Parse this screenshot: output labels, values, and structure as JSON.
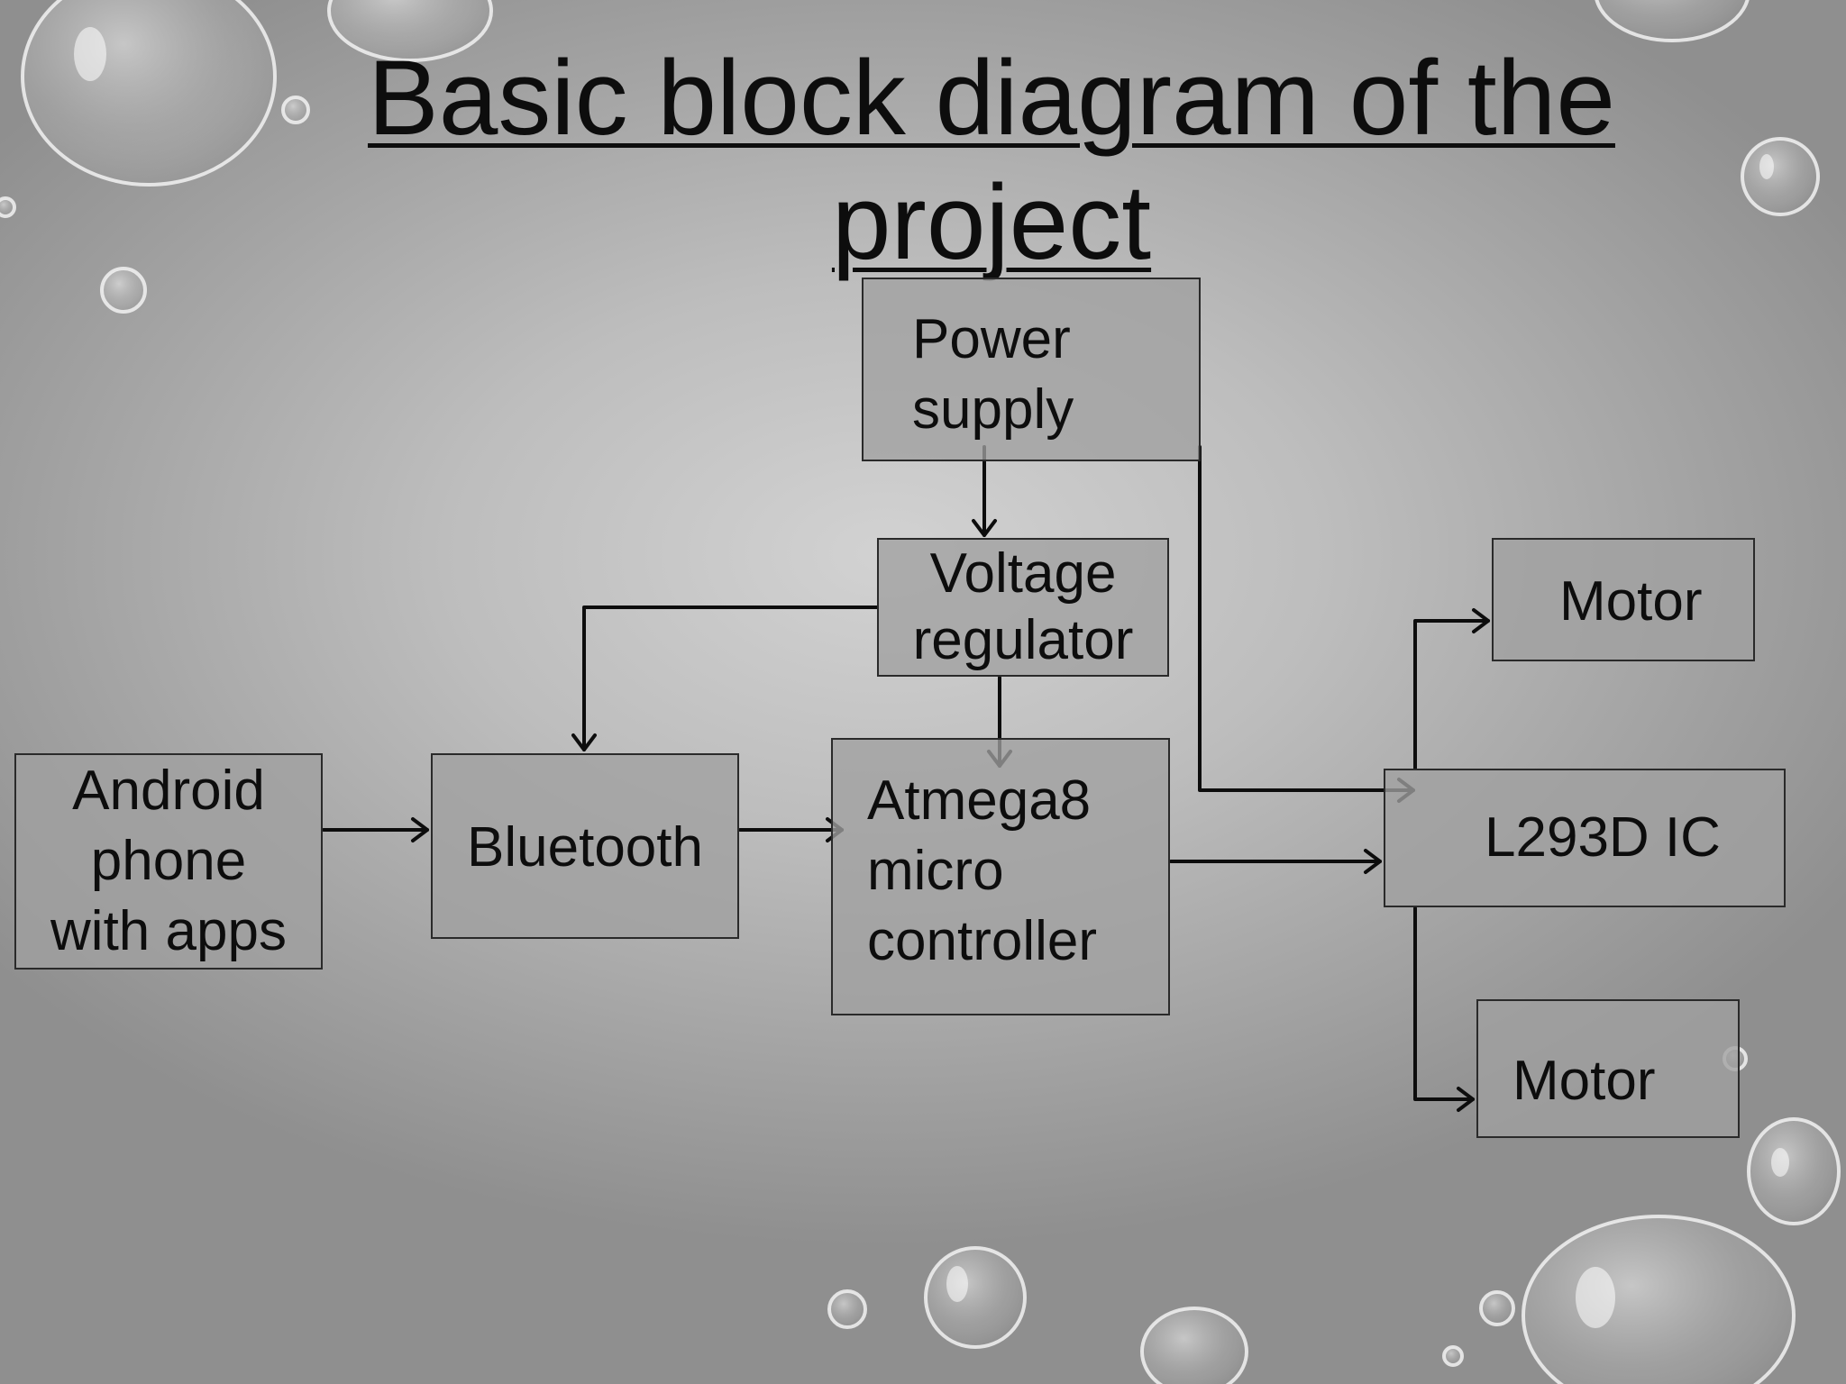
{
  "title": {
    "line1": "Basic block diagram of the",
    "line2": "project"
  },
  "blocks": {
    "power_supply": "Power\nsupply",
    "voltage_regulator": "Voltage\nregulator",
    "android_phone": "Android\nphone\nwith apps",
    "bluetooth": "Bluetooth",
    "atmega8": "Atmega8\nmicro\ncontroller",
    "l293d": "L293D IC",
    "motor_top": "Motor",
    "motor_bottom": "Motor"
  },
  "colors": {
    "background": "#bdbdbd",
    "block_fill": "#a0a0a0",
    "line": "#0d0d0d"
  }
}
